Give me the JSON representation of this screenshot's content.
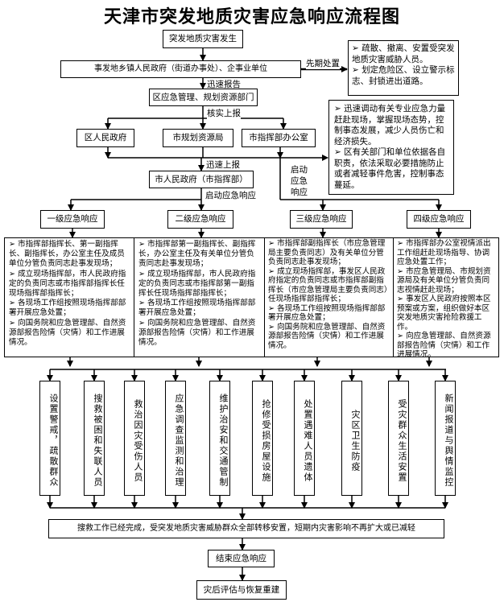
{
  "title": "天津市突发地质灾害应急响应流程图",
  "nodes": {
    "occur": "突发地质灾害发生",
    "local_gov": "事发地乡镇人民政府（街道办事处）、企事业单位",
    "district_depts": "区应急管理、规划资源部门",
    "district_gov": "区人民政府",
    "city_planning": "市规划资源局",
    "command_office": "市指挥部办公室",
    "city_gov": "市人民政府（市指挥部）",
    "level1": "一级应急响应",
    "level2": "二级应急响应",
    "level3": "三级应急响应",
    "level4": "四级应急响应",
    "completion": "搜救工作已经完成，受突发地质灾害威胁群众全部转移安置，短期内灾害影响不再扩大或已减轻",
    "end": "结束应急响应",
    "recovery": "灾后评估与恢复重建"
  },
  "labels": {
    "initial_action": "先期处置",
    "quick_report": "迅速报告",
    "verify_report": "核实上报",
    "quick_report_up": "迅速上报",
    "start_response": "启动应急响应",
    "start_response_vertical": [
      "启动",
      "应急",
      "响应"
    ]
  },
  "notes": {
    "initial": [
      "➢ 疏散、撤离、安置受突发地质灾害威胁人员。",
      "➢ 划定危险区、设立警示标志、封锁进出道路。"
    ],
    "command": [
      "➢ 迅速调动有关专业应急力量赶赴现场，掌握现场态势，控制事态发展，减少人员伤亡和经济损失。",
      "➢ 区有关部门和单位依据各自职责，依法采取必要措施防止或者减轻事件危害，控制事态蔓延。"
    ]
  },
  "levels": [
    [
      "➢ 市指挥部指挥长、第一副指挥长、副指挥长，办公室主任及成员单位分管负责同志赴事发现场；",
      "➢ 成立现场指挥部，市人民政府指定的负责同志或市指挥部指挥长任现场指挥部指挥长；",
      "➢ 各现场工作组按照现场指挥部部署开展应急处置；",
      "➢ 向国务院和应急管理部、自然资源部报告险情（灾情）和工作进展情况。"
    ],
    [
      "➢ 市指挥部第一副指挥长、副指挥长，办公室主任及有关单位分管负责同志赴事发现场；",
      "➢ 成立现场指挥部，市人民政府指定的负责同志或市指挥部第一副指挥长任现场指挥部指挥长；",
      "➢ 各现场工作组按照现场指挥部部署开展应急处置；",
      "➢ 向国务院和应急管理部、自然资源部报告险情（灾情）和工作进展情况。"
    ],
    [
      "➢ 市指挥部副指挥长（市应急管理局主要负责同志）及有关单位分管负责同志赴事发现场；",
      "➢ 成立现场指挥部，事发区人民政府指定的负责同志或市指挥部副指挥长（市应急管理局主要负责同志）任现场指挥部指挥长；",
      "➢ 各现场工作组按照现场指挥部部署开展应急处置；",
      "➢ 向国务院和应急管理部、自然资源部报告险情（灾情）和工作进展情况。"
    ],
    [
      "➢ 市指挥部办公室视情派出工作组赶赴现场指导、协调应急处置工作；",
      "➢ 市应急管理局、市规划资源局及有关单位分管负责同志视情赶赴现场；",
      "➢ 事发区人民政府按照本区预案或方案，组织做好本区突发地质灾害抢险救援工作。",
      "➢ 向应急管理部、自然资源部报告险情（灾情）和工作进展情况。"
    ]
  ],
  "tasks": [
    "设置警戒，疏散群众",
    "搜救被困和失联人员",
    "救治因灾受伤人员",
    "应急调查监测和治理",
    "维护治安和交通管制",
    "抢修受损房屋设施",
    "处置遇难人员遗体",
    "灾区卫生防疫",
    "受灾群众生活安置",
    "新闻报道与舆情监控"
  ]
}
